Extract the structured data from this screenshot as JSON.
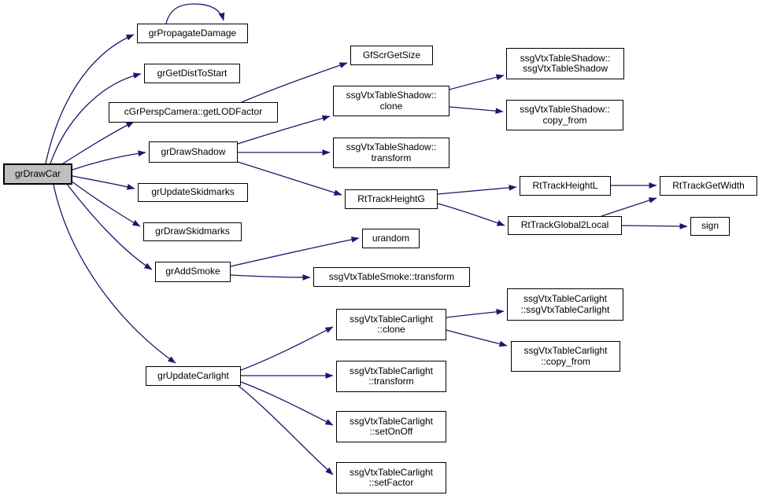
{
  "diagram": {
    "type": "doxygen-call-graph",
    "root_function": "grDrawCar"
  },
  "colors": {
    "edge": "#191970",
    "node_border": "#000000",
    "node_fill": "#ffffff",
    "highlight_fill": "#bfbfbf",
    "text": "#000000",
    "background": "#ffffff"
  },
  "nodes": {
    "drawCar": {
      "label": "grDrawCar"
    },
    "propagateDamage": {
      "label": "grPropagateDamage"
    },
    "getDistToStart": {
      "label": "grGetDistToStart"
    },
    "getLODFactor": {
      "label": "cGrPerspCamera::getLODFactor"
    },
    "drawShadow": {
      "label": "grDrawShadow"
    },
    "updateSkidmarks": {
      "label": "grUpdateSkidmarks"
    },
    "drawSkidmarks": {
      "label": "grDrawSkidmarks"
    },
    "addSmoke": {
      "label": "grAddSmoke"
    },
    "updateCarlight": {
      "label": "grUpdateCarlight"
    },
    "gfScrGetSize": {
      "label": "GfScrGetSize"
    },
    "shadowClone": {
      "label": "ssgVtxTableShadow::\nclone"
    },
    "shadowTransform": {
      "label": "ssgVtxTableShadow::\ntransform"
    },
    "rtTrackHeightG": {
      "label": "RtTrackHeightG"
    },
    "urandom": {
      "label": "urandom"
    },
    "smokeTransform": {
      "label": "ssgVtxTableSmoke::transform"
    },
    "carlightClone": {
      "label": "ssgVtxTableCarlight\n::clone"
    },
    "carlightTransform": {
      "label": "ssgVtxTableCarlight\n::transform"
    },
    "carlightSetOnOff": {
      "label": "ssgVtxTableCarlight\n::setOnOff"
    },
    "carlightSetFactor": {
      "label": "ssgVtxTableCarlight\n::setFactor"
    },
    "shadowCtor": {
      "label": "ssgVtxTableShadow::\nssgVtxTableShadow"
    },
    "shadowCopyFrom": {
      "label": "ssgVtxTableShadow::\ncopy_from"
    },
    "rtTrackHeightL": {
      "label": "RtTrackHeightL"
    },
    "rtTrackGetWidth": {
      "label": "RtTrackGetWidth"
    },
    "rtTrackGlobal2Local": {
      "label": "RtTrackGlobal2Local"
    },
    "sign": {
      "label": "sign"
    },
    "carlightCtor": {
      "label": "ssgVtxTableCarlight\n::ssgVtxTableCarlight"
    },
    "carlightCopyFrom": {
      "label": "ssgVtxTableCarlight\n::copy_from"
    }
  },
  "edges": [
    {
      "from": "grDrawCar",
      "to": "grPropagateDamage"
    },
    {
      "from": "grPropagateDamage",
      "to": "grPropagateDamage"
    },
    {
      "from": "grDrawCar",
      "to": "grGetDistToStart"
    },
    {
      "from": "grDrawCar",
      "to": "cGrPerspCamera::getLODFactor"
    },
    {
      "from": "grDrawCar",
      "to": "grDrawShadow"
    },
    {
      "from": "grDrawCar",
      "to": "grUpdateSkidmarks"
    },
    {
      "from": "grDrawCar",
      "to": "grDrawSkidmarks"
    },
    {
      "from": "grDrawCar",
      "to": "grAddSmoke"
    },
    {
      "from": "grDrawCar",
      "to": "grUpdateCarlight"
    },
    {
      "from": "cGrPerspCamera::getLODFactor",
      "to": "GfScrGetSize"
    },
    {
      "from": "grDrawShadow",
      "to": "ssgVtxTableShadow::clone"
    },
    {
      "from": "grDrawShadow",
      "to": "ssgVtxTableShadow::transform"
    },
    {
      "from": "grDrawShadow",
      "to": "RtTrackHeightG"
    },
    {
      "from": "ssgVtxTableShadow::clone",
      "to": "ssgVtxTableShadow::ssgVtxTableShadow"
    },
    {
      "from": "ssgVtxTableShadow::clone",
      "to": "ssgVtxTableShadow::copy_from"
    },
    {
      "from": "RtTrackHeightG",
      "to": "RtTrackHeightL"
    },
    {
      "from": "RtTrackHeightG",
      "to": "RtTrackGlobal2Local"
    },
    {
      "from": "RtTrackHeightL",
      "to": "RtTrackGetWidth"
    },
    {
      "from": "RtTrackGlobal2Local",
      "to": "RtTrackGetWidth"
    },
    {
      "from": "RtTrackGlobal2Local",
      "to": "sign"
    },
    {
      "from": "grAddSmoke",
      "to": "urandom"
    },
    {
      "from": "grAddSmoke",
      "to": "ssgVtxTableSmoke::transform"
    },
    {
      "from": "grUpdateCarlight",
      "to": "ssgVtxTableCarlight::clone"
    },
    {
      "from": "grUpdateCarlight",
      "to": "ssgVtxTableCarlight::transform"
    },
    {
      "from": "grUpdateCarlight",
      "to": "ssgVtxTableCarlight::setOnOff"
    },
    {
      "from": "grUpdateCarlight",
      "to": "ssgVtxTableCarlight::setFactor"
    },
    {
      "from": "ssgVtxTableCarlight::clone",
      "to": "ssgVtxTableCarlight::ssgVtxTableCarlight"
    },
    {
      "from": "ssgVtxTableCarlight::clone",
      "to": "ssgVtxTableCarlight::copy_from"
    }
  ]
}
